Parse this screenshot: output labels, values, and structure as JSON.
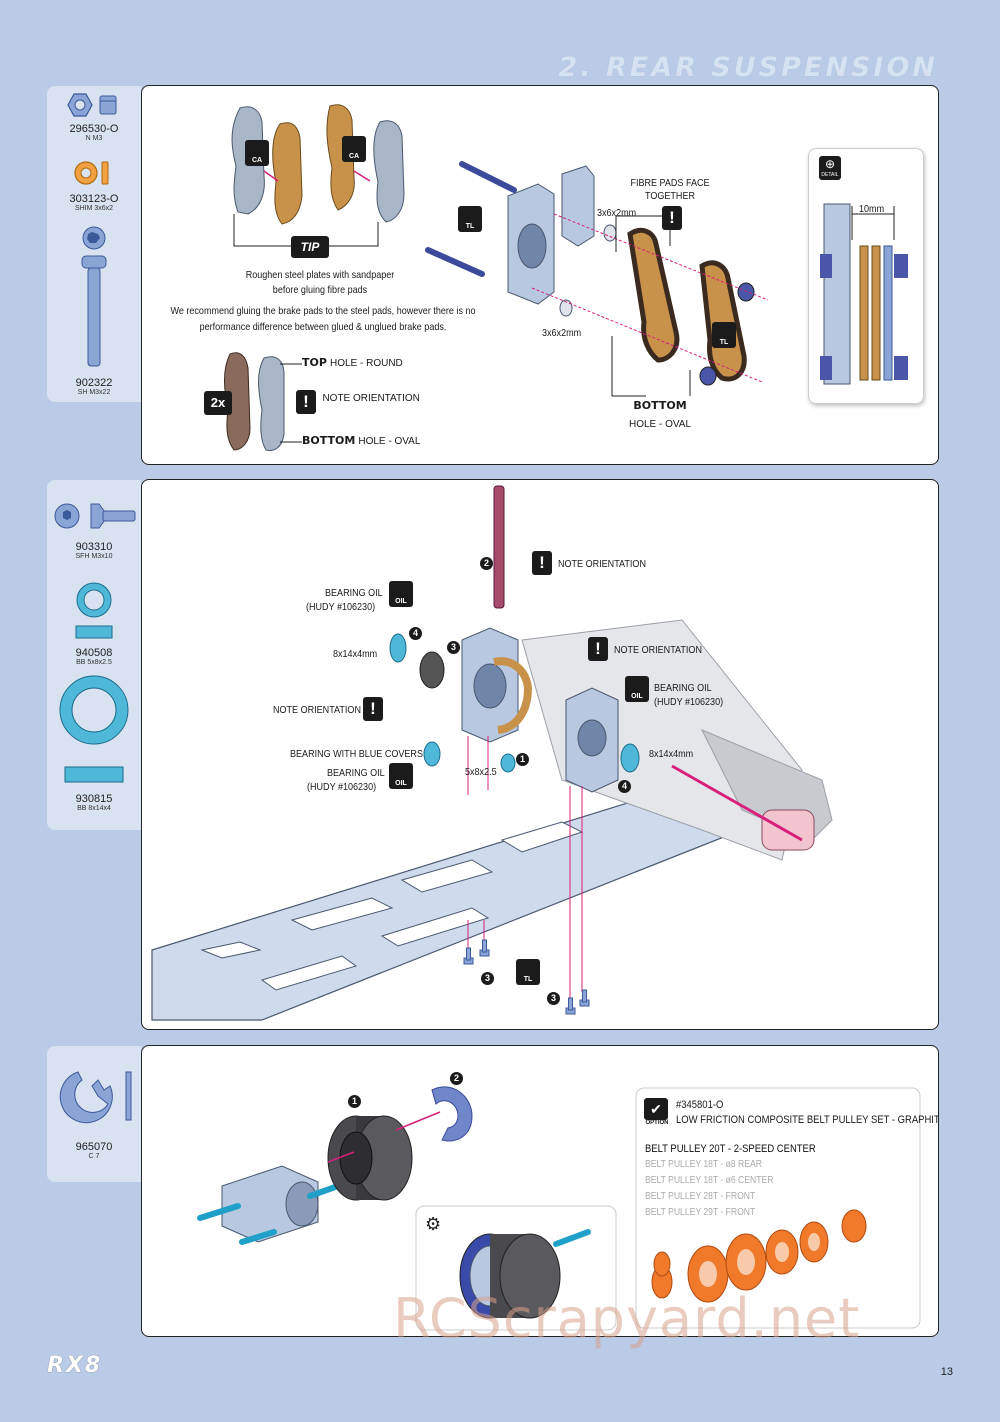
{
  "header": {
    "section_title": "2. REAR SUSPENSION"
  },
  "sidebar1": {
    "parts": [
      {
        "code": "296530-O",
        "desc": "N M3",
        "icon": "nut-icon"
      },
      {
        "code": "303123-O",
        "desc": "SHIM 3x6x2",
        "icon": "shim-icon"
      },
      {
        "code": "902322",
        "desc": "SH M3x22",
        "icon": "screw-icon"
      }
    ]
  },
  "sidebar2": {
    "parts": [
      {
        "code": "903310",
        "desc": "SFH M3x10",
        "icon": "flat-head-screw-icon"
      },
      {
        "code": "940508",
        "desc": "BB 5x8x2.5",
        "icon": "bearing-small-icon"
      },
      {
        "code": "930815",
        "desc": "BB 8x14x4",
        "icon": "bearing-large-icon"
      }
    ]
  },
  "sidebar3": {
    "parts": [
      {
        "code": "965070",
        "desc": "C 7",
        "icon": "e-clip-icon"
      }
    ]
  },
  "panel1": {
    "ca_label": "CA",
    "tl_label": "TL",
    "tip_label": "TIP",
    "tip_text_1": "Roughen steel plates with sandpaper",
    "tip_text_2": "before gluing fibre pads",
    "recommend_1": "We recommend gluing the brake pads to the steel pads, however there is no",
    "recommend_2": "performance difference between glued & unglued brake pads.",
    "multiplier": "2x",
    "top_label": "TOP",
    "top_hole": "HOLE - ROUND",
    "note_orientation": "NOTE ORIENTATION",
    "bottom_label": "BOTTOM",
    "bottom_hole": "HOLE - OVAL",
    "fibre_1": "FIBRE PADS FACE",
    "fibre_2": "TOGETHER",
    "shim_top": "3x6x2mm",
    "shim_bottom": "3x6x2mm",
    "bottom_label_2": "BOTTOM",
    "bottom_hole_2": "HOLE - OVAL",
    "detail_label": "DETAIL",
    "detail_dim": "10mm"
  },
  "panel2": {
    "num2": "2",
    "note_top": "NOTE ORIENTATION",
    "bearing_oil_1": "BEARING OIL",
    "hudy_1": "(HUDY #106230)",
    "num4_left": "4",
    "bearing_left": "8x14x4mm",
    "num3_top": "3",
    "note_mid": "NOTE ORIENTATION",
    "note_left": "NOTE ORIENTATION",
    "bearing_oil_2": "BEARING OIL",
    "hudy_2": "(HUDY #106230)",
    "bearing_right": "8x14x4mm",
    "num4_right": "4",
    "blue_covers": "BEARING WITH BLUE COVERS",
    "bearing_oil_3": "BEARING OIL",
    "hudy_3": "(HUDY #106230)",
    "small_bearing": "5x8x2.5",
    "num1": "1",
    "num3_bottom": "3",
    "num3_bottom2": "3",
    "tl_label": "TL",
    "hudy_brand": "HUDY",
    "oil_label": "OIL"
  },
  "panel3": {
    "num1": "1",
    "num2": "2",
    "option_label": "OPTION",
    "option_code": "#345801-O",
    "option_title": "LOW FRICTION COMPOSITE BELT PULLEY SET - GRAPHITE",
    "option_items": [
      "BELT PULLEY 20T - 2-SPEED CENTER",
      "BELT PULLEY 18T - ø8 REAR",
      "BELT PULLEY 18T - ø6 CENTER",
      "BELT PULLEY 28T - FRONT",
      "BELT PULLEY 29T - FRONT"
    ]
  },
  "footer": {
    "logo": "RX8",
    "page_number": "13",
    "watermark": "RCScrapyard.net"
  },
  "colors": {
    "background": "#b9cbe6",
    "sidebar": "#d9e2f1",
    "part_blue": "#8aa4d6",
    "bearing_cyan": "#4fb8d8",
    "pad_bronze": "#b88a3a",
    "pulley_orange": "#f07a2a",
    "arrow_magenta": "#d8207a"
  }
}
